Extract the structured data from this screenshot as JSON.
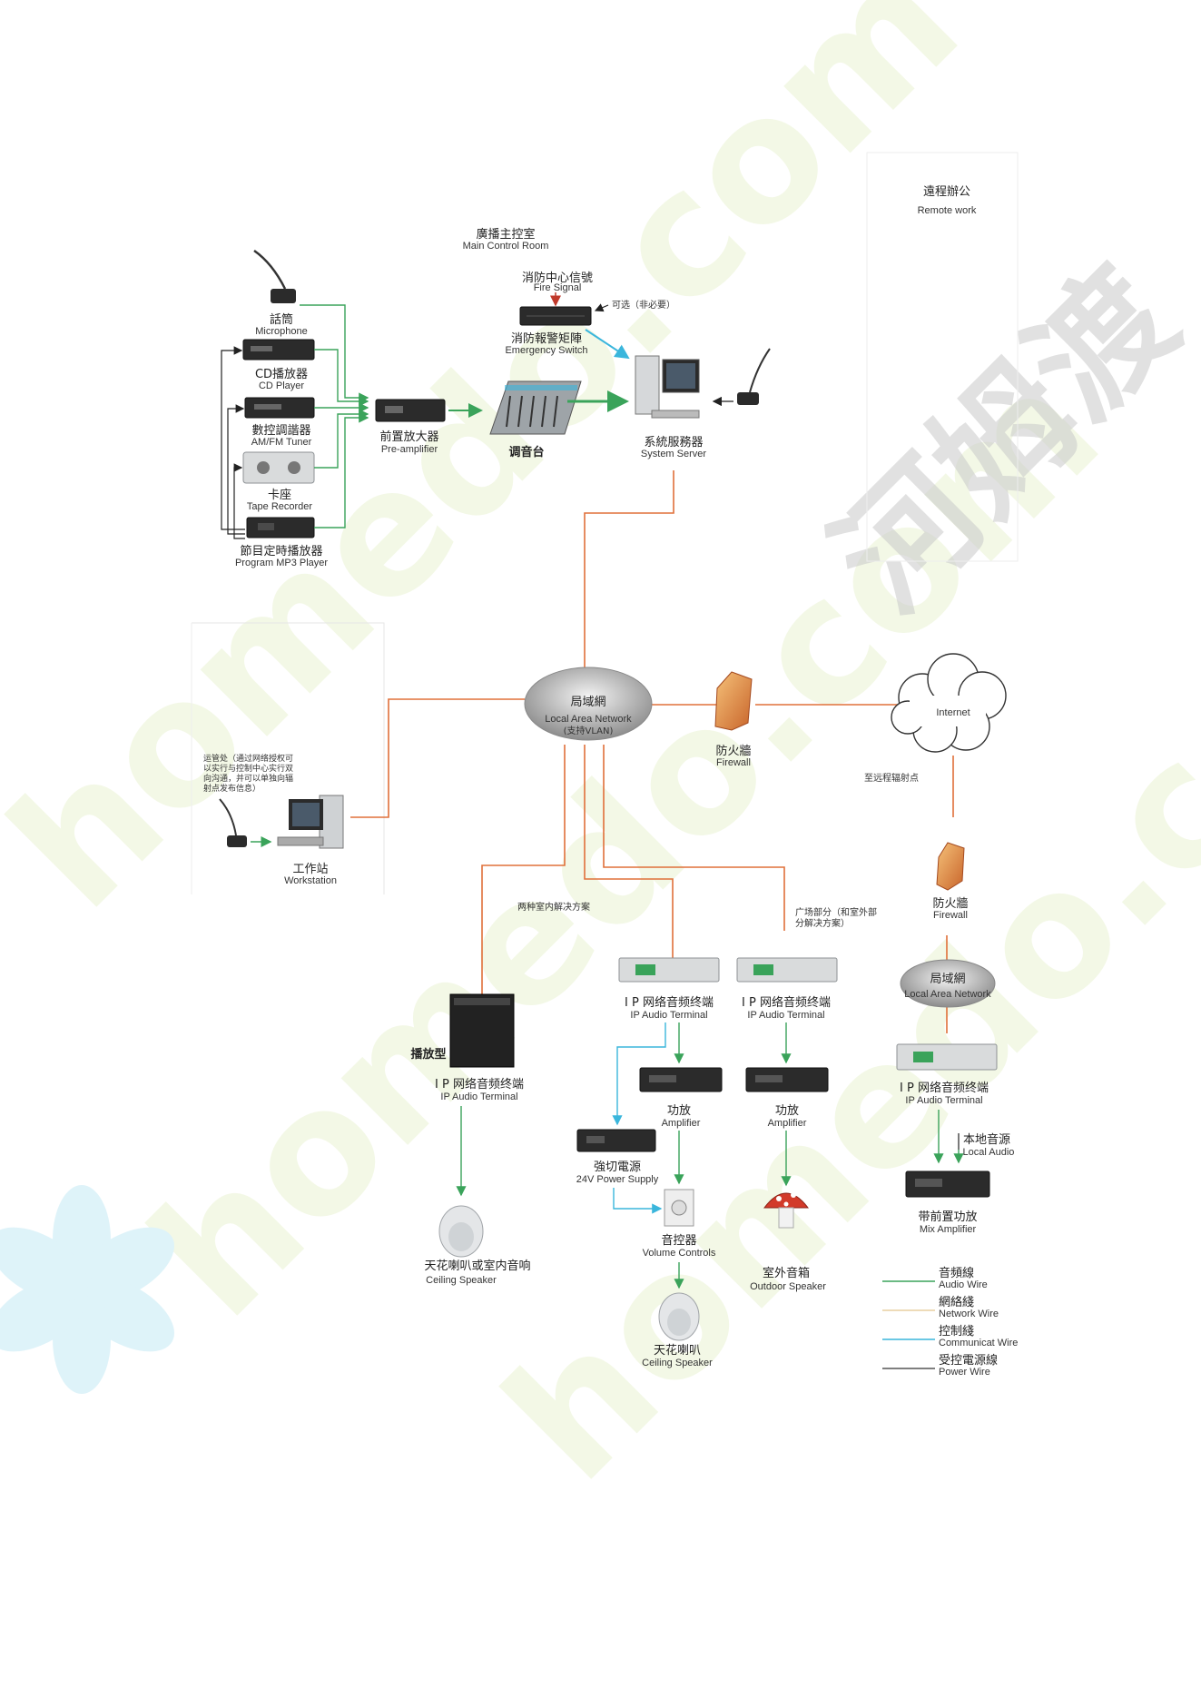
{
  "colors": {
    "audio_wire": "#3aa35a",
    "network_wire": "#e0703a",
    "control_wire": "#3ab6dc",
    "power_wire": "#555555",
    "fire_signal": "#c0392b",
    "remote_title": "#1f8fc2"
  },
  "remote": {
    "title": "遠程辦公",
    "subtitle": "Remote work"
  },
  "control_room": {
    "title": "廣播主控室",
    "subtitle": "Main Control Room"
  },
  "fire": {
    "title": "消防中心信號",
    "subtitle": "Fire Signal"
  },
  "optional": "可选（非必要）",
  "emergency": {
    "title": "消防報警矩陣",
    "subtitle": "Emergency Switch"
  },
  "microphone": {
    "title": "話筒",
    "subtitle": "Microphone"
  },
  "cd": {
    "title": "CD播放器",
    "subtitle": "CD Player"
  },
  "tuner": {
    "title": "數控調諧器",
    "subtitle": "AM/FM Tuner"
  },
  "tape": {
    "title": "卡座",
    "subtitle": "Tape Recorder"
  },
  "mp3": {
    "title": "節目定時播放器",
    "subtitle": "Program MP3 Player"
  },
  "preamp": {
    "title": "前置放大器",
    "subtitle": "Pre-amplifier"
  },
  "mixer": {
    "title": "调音台"
  },
  "server": {
    "title": "系統服務器",
    "subtitle": "System Server"
  },
  "lan": {
    "title": "局域網",
    "subtitle": "Local Area Network",
    "note": "(支持VLAN)"
  },
  "firewall1": {
    "title": "防火牆",
    "subtitle": "Firewall"
  },
  "internet": {
    "title": "Internet"
  },
  "remote_point": "至远程辐射点",
  "firewall2": {
    "title": "防火牆",
    "subtitle": "Firewall"
  },
  "lan2": {
    "title": "局域網",
    "subtitle": "Local Area Network"
  },
  "mgmt_note": [
    "运管处（通过网络授权可",
    "以实行与控制中心实行双",
    "向沟通，并可以单独向辐",
    "射点发布信息）"
  ],
  "workstation": {
    "title": "工作站",
    "subtitle": "Workstation"
  },
  "indoor_solutions": "两种室内解决方案",
  "outdoor_solution": [
    "广场部分（和室外部",
    "分解决方案）"
  ],
  "broadcast_type": "播放型",
  "ip_terminal": {
    "title": "I P 网络音频终端",
    "subtitle": "IP Audio Terminal"
  },
  "amplifier": {
    "title": "功放",
    "subtitle": "Amplifier"
  },
  "power_supply": {
    "title": "強切電源",
    "subtitle": "24V Power Supply"
  },
  "volume": {
    "title": "音控器",
    "subtitle": "Volume Controls"
  },
  "ceiling1": {
    "title": "天花喇叭或室内音响",
    "subtitle": "Ceiling Speaker"
  },
  "ceiling2": {
    "title": "天花喇叭",
    "subtitle": "Ceiling Speaker"
  },
  "outdoor": {
    "title": "室外音箱",
    "subtitle": "Outdoor Speaker"
  },
  "local_audio": {
    "title": "本地音源",
    "subtitle": "Local Audio"
  },
  "mix_amp": {
    "title": "带前置功放",
    "subtitle": "Mix Amplifier"
  },
  "legend": [
    {
      "title": "音頻線",
      "subtitle": "Audio Wire"
    },
    {
      "title": "網絡綫",
      "subtitle": "Network Wire"
    },
    {
      "title": "控制綫",
      "subtitle": "Communicat Wire"
    },
    {
      "title": "受控電源線",
      "subtitle": "Power Wire"
    }
  ],
  "watermark": {
    "site": "homedo.com",
    "brand": "河姆渡"
  }
}
